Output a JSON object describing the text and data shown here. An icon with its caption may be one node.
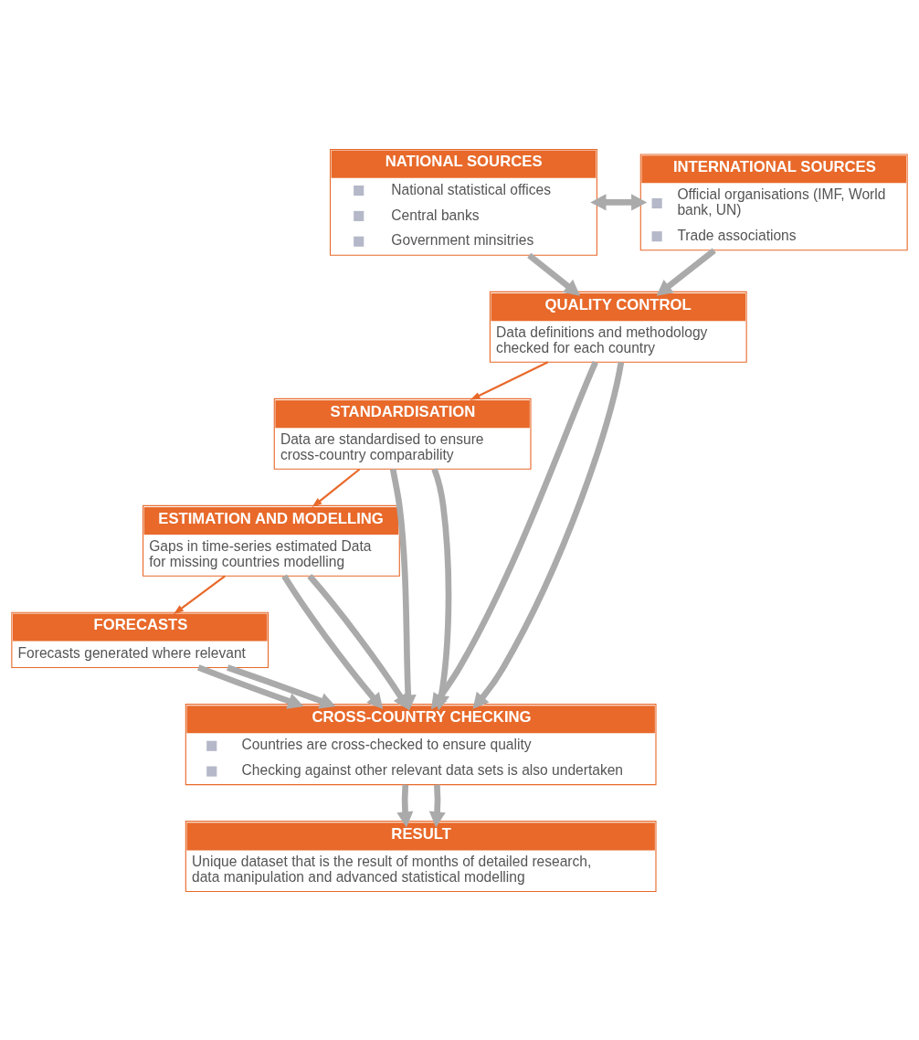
{
  "diagram": {
    "nodes": [
      {
        "text": [
          "NATIONAL SOURCES",
          "National statistical offices",
          "Central banks",
          "Government minsitries"
        ]
      },
      {
        "text": [
          "INTERNATIONAL SOURCES",
          "Official organisations (IMF, World bank, UN)",
          "Trade associations"
        ]
      },
      {
        "text": [
          "QUALITY CONTROL",
          "Data definitions and methodology checked for each country"
        ]
      },
      {
        "text": [
          "STANDARDISATION",
          "Data are standardised to ensure cross-country comparability"
        ]
      },
      {
        "text": [
          "ESTIMATION AND MODELLING",
          "Gaps in time-series estimated Data for missing countries modelling"
        ]
      },
      {
        "text": [
          "FORECASTS",
          "Forecasts generated where relevant"
        ]
      },
      {
        "text": [
          "CROSS-COUNTRY CHECKING",
          "Countries are cross-checked to ensure quality",
          "Checking against other relevant data sets is also undertaken"
        ]
      },
      {
        "text": [
          "RESULT",
          "Unique dataset that is the result of months of detailed research, data manipulation and advanced statistical modelling"
        ]
      }
    ],
    "edges": [
      {
        "from": 0,
        "to": 1,
        "arrow": "both"
      },
      {
        "from": 0,
        "to": 2,
        "arrow": "to"
      },
      {
        "from": 1,
        "to": 2,
        "arrow": "to"
      },
      {
        "from": 2,
        "to": 3,
        "arrow": "to",
        "color": "#e8692a"
      },
      {
        "from": 3,
        "to": 4,
        "arrow": "to",
        "color": "#e8692a"
      },
      {
        "from": 4,
        "to": 5,
        "arrow": "to",
        "color": "#e8692a"
      },
      {
        "from": 2,
        "to": 6,
        "arrow": "to"
      },
      {
        "from": 3,
        "to": 6,
        "arrow": "to"
      },
      {
        "from": 4,
        "to": 6,
        "arrow": "to"
      },
      {
        "from": 5,
        "to": 6,
        "arrow": "to"
      },
      {
        "from": 2,
        "to": 6,
        "arrow": "to"
      },
      {
        "from": 3,
        "to": 6,
        "arrow": "to"
      },
      {
        "from": 4,
        "to": 6,
        "arrow": "to"
      },
      {
        "from": 5,
        "to": 6,
        "arrow": "to"
      },
      {
        "from": 6,
        "to": 7,
        "arrow": "to"
      },
      {
        "from": 6,
        "to": 7,
        "arrow": "to"
      }
    ]
  }
}
